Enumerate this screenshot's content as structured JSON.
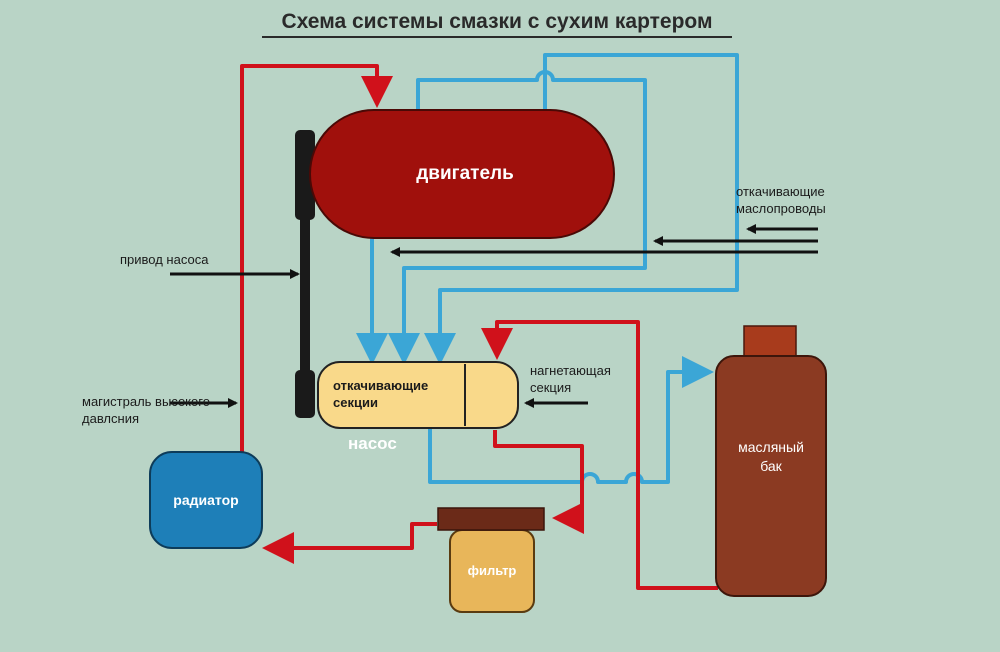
{
  "title": "Схема системы смазки с сухим картером",
  "components": {
    "engine": "двигатель",
    "pump_scavenge": "откачивающие секции",
    "pump_label": "насос",
    "radiator": "радиатор",
    "filter": "фильтр",
    "oil_tank": "масляный бак"
  },
  "labels": {
    "scavenge_lines": "откачивающие маслопроводы",
    "pump_drive": "привод насоса",
    "pressure_section": "нагнетающая секция",
    "high_pressure_main": "магистраль высокого давлсния"
  },
  "colors": {
    "background": "#b9d4c6",
    "pressure_line": "#d0111b",
    "scavenge_line": "#3ba6d6",
    "engine": "#a0100c",
    "pump": "#f9d98a",
    "radiator": "#1e7fb8",
    "tank": "#8b3a22",
    "filter": "#e8b65a"
  }
}
